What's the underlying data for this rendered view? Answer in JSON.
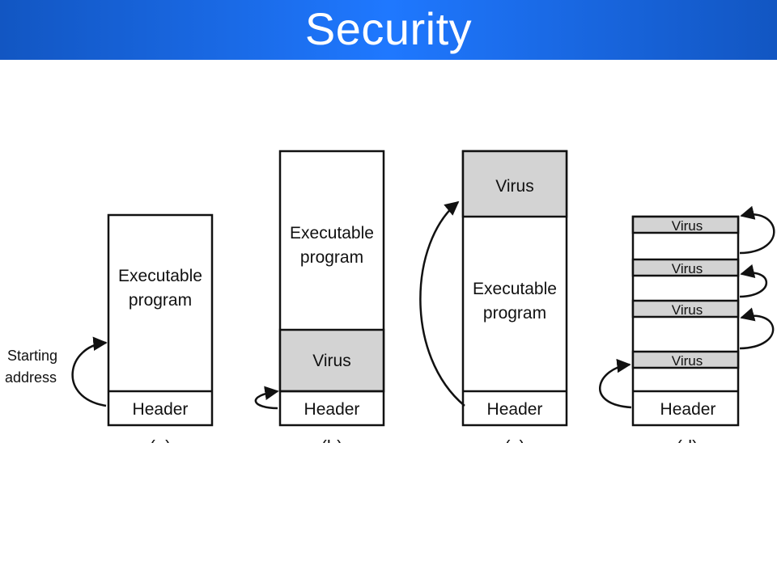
{
  "slide": {
    "title": "Security"
  },
  "diagram": {
    "labels": {
      "executable_line1": "Executable",
      "executable_line2": "program",
      "virus": "Virus",
      "header": "Header",
      "starting_line1": "Starting",
      "starting_line2": "address"
    },
    "captions": [
      "(a)",
      "(b)",
      "(c)",
      "(d)"
    ]
  }
}
